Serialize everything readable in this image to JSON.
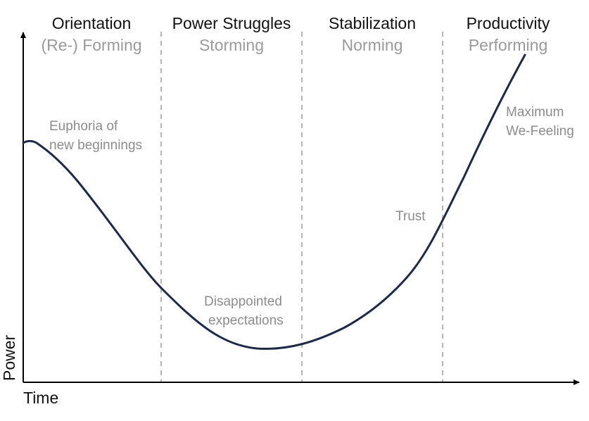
{
  "phases": [
    {
      "title": "Orientation",
      "subtitle": "(Re-) Forming"
    },
    {
      "title": "Power Struggles",
      "subtitle": "Storming"
    },
    {
      "title": "Stabilization",
      "subtitle": "Norming"
    },
    {
      "title": "Productivity",
      "subtitle": "Performing"
    }
  ],
  "annotations": {
    "euphoria": [
      "Euphoria of",
      "new beginnings"
    ],
    "disappointed": [
      "Disappointed",
      "expectations"
    ],
    "trust": "Trust",
    "maximum": [
      "Maximum",
      "We-Feeling"
    ]
  },
  "axes": {
    "x_label": "Time",
    "y_label": "Power"
  },
  "colors": {
    "curve": "#1b2a4a",
    "divider": "#b5b5b5",
    "axis": "#000000"
  }
}
